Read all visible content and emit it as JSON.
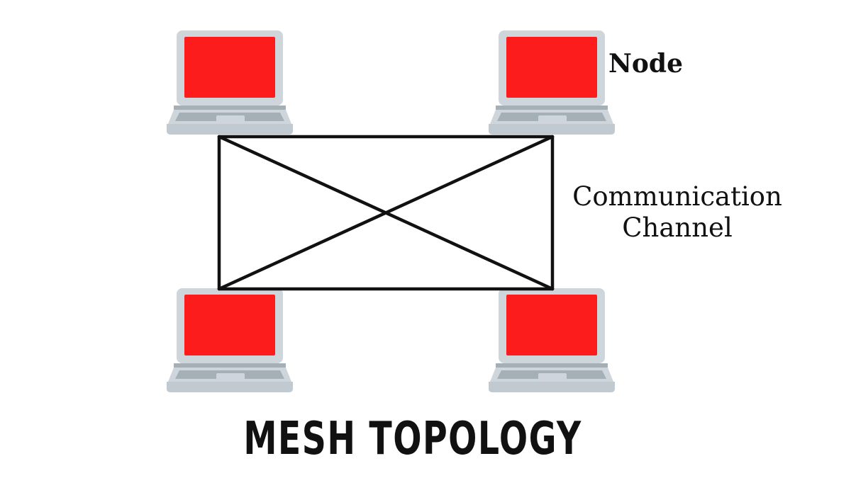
{
  "title": "MESH TOPOLOGY",
  "labels": {
    "node": "Node",
    "channel_line1": "Communication",
    "channel_line2": "Channel"
  },
  "nodes": [
    {
      "id": "node-top-left",
      "icon": "laptop-icon"
    },
    {
      "id": "node-top-right",
      "icon": "laptop-icon"
    },
    {
      "id": "node-bottom-left",
      "icon": "laptop-icon"
    },
    {
      "id": "node-bottom-right",
      "icon": "laptop-icon"
    }
  ],
  "links": [
    [
      "node-top-left",
      "node-top-right"
    ],
    [
      "node-bottom-left",
      "node-bottom-right"
    ],
    [
      "node-top-left",
      "node-bottom-left"
    ],
    [
      "node-top-right",
      "node-bottom-right"
    ],
    [
      "node-top-left",
      "node-bottom-right"
    ],
    [
      "node-top-right",
      "node-bottom-left"
    ]
  ],
  "colors": {
    "screen": "#fd1c1c",
    "frame": "#cfd6db",
    "keyboard": "#a4b0b6",
    "base": "#c1cad0",
    "link": "#111111"
  }
}
